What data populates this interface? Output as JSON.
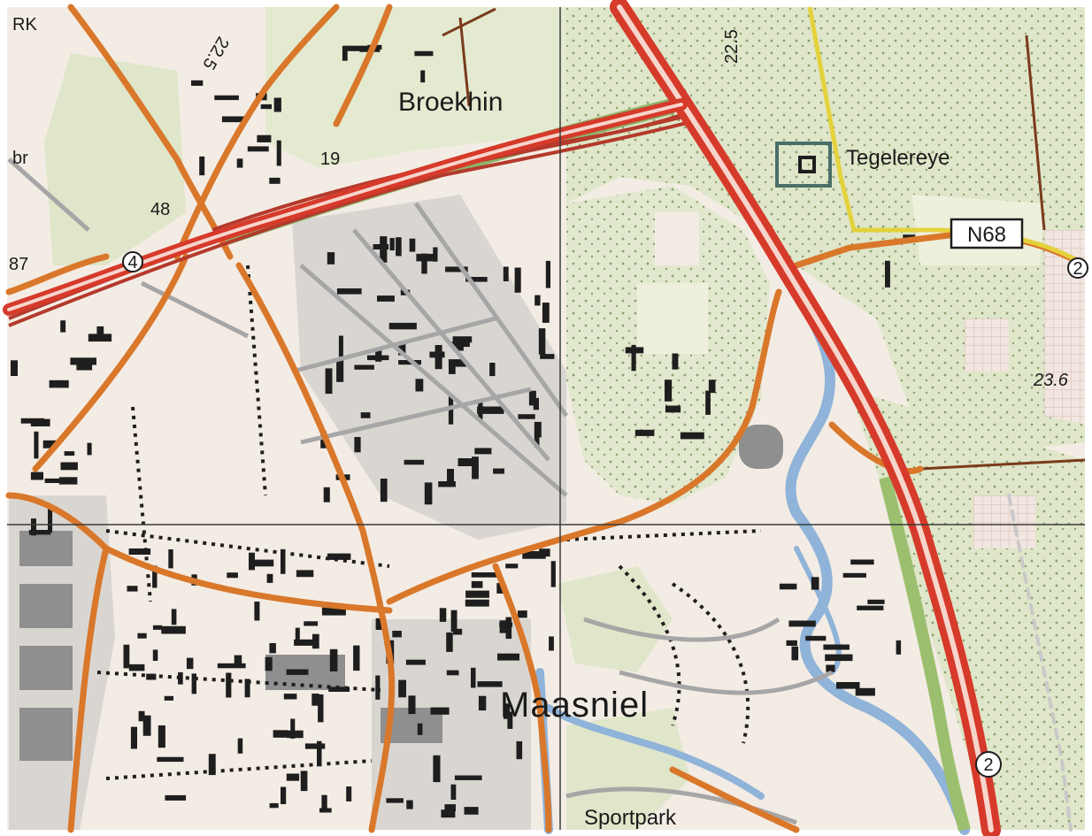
{
  "map": {
    "places": {
      "maasniel": "Maasniel",
      "broekhin": "Broekhin",
      "tegelereye": "Tegelereye",
      "sportpark": "Sportpark"
    },
    "roads": {
      "n68_shield": "N68",
      "route_4": "4",
      "route_2_east": "2",
      "route_2_south": "2"
    },
    "edge_labels": {
      "rk": "RK",
      "br": "br",
      "n87": "87"
    },
    "numbers": {
      "n48": "48",
      "n19": "19",
      "elev_225_top": "22.5",
      "elev_225_left": "22.5",
      "elev_236": "23.6"
    },
    "colors": {
      "paper": "#f3ece4",
      "woodland": "#dfe6c9",
      "motorway": "#d63a2a",
      "main_road": "#d9772a",
      "water": "#8fb3d9",
      "buildings": "#1e1e1e",
      "grid": "#3a3a3a",
      "boundary": "#e4d23c"
    }
  }
}
